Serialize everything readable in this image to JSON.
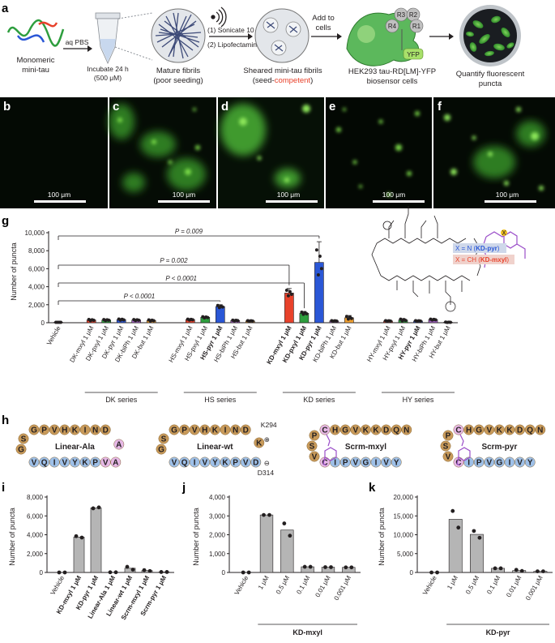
{
  "panels": {
    "a": "a",
    "b": "b",
    "c": "c",
    "d": "d",
    "e": "e",
    "f": "f",
    "g": "g",
    "h": "h",
    "i": "i",
    "j": "j",
    "k": "k"
  },
  "schematic": {
    "monomeric_line1": "Monomeric",
    "monomeric_line2": "mini-tau",
    "aq_pbs": "aq PBS",
    "incubate_line1": "Incubate 24 h",
    "incubate_line2": "(500 μM)",
    "mature_line1": "Mature fibrils",
    "mature_line2": "(poor seeding)",
    "step1": "(1) Sonicate 10 min",
    "step2": "(2) Lipofectamine",
    "sheared_line1": "Sheared mini-tau fibrils",
    "sheared_line2_a": "(seed-",
    "sheared_line2_b": "competent",
    "sheared_line2_c": ")",
    "add_line1": "Add to",
    "add_line2": "cells",
    "repeats": [
      "R1",
      "R2",
      "R3",
      "R4"
    ],
    "yfp": "YFP",
    "hek_line1": "HEK293 tau-RD[LM]-YFP",
    "hek_line2": "biosensor cells",
    "quant_line1": "Quantify fluorescent",
    "quant_line2": "puncta"
  },
  "micrographs": {
    "scale_label": "100 μm"
  },
  "chart_g": {
    "type": "bar",
    "ylabel": "Number of puncta",
    "ylim": [
      0,
      10000
    ],
    "yticks": [
      "0",
      "2,000",
      "4,000",
      "6,000",
      "8,000",
      "10,000"
    ],
    "categories": [
      "Vehicle",
      "DK-mxyl 1 μM",
      "DK-pxyl 1 μM",
      "DK-pyr 1 μM",
      "DK-biPh 1 μM",
      "DK-but 1 μM",
      "HS-mxyl 1 μM",
      "HS-pxyl 1 μM",
      "HS-pyr 1 μM",
      "HS-biPh 1 μM",
      "HS-but 1 μM",
      "KD-mxyl 1 μM",
      "KD-pxyl 1 μM",
      "KD-pyr 1 μM",
      "KD-biPh 1 μM",
      "KD-but 1 μM",
      "HY-mxyl 1 μM",
      "HY-pxyl 1 μM",
      "HY-pyr 1 μM",
      "HY-biPh 1 μM",
      "HY-but 1 μM"
    ],
    "bold_categories": [
      8,
      11,
      12,
      13,
      18
    ],
    "values": [
      50,
      300,
      300,
      350,
      300,
      250,
      350,
      600,
      1800,
      250,
      200,
      3300,
      1050,
      6700,
      200,
      550,
      200,
      300,
      200,
      350,
      50
    ],
    "errors": [
      0,
      100,
      80,
      100,
      80,
      100,
      80,
      100,
      200,
      60,
      50,
      500,
      200,
      2300,
      50,
      250,
      50,
      150,
      50,
      80,
      30
    ],
    "colors": [
      "#888888",
      "#e8422b",
      "#2e9e3e",
      "#2a57d6",
      "#a060c0",
      "#f0a030",
      "#e8422b",
      "#2e9e3e",
      "#2a57d6",
      "#a060c0",
      "#f0a030",
      "#e8422b",
      "#2e9e3e",
      "#2a57d6",
      "#a060c0",
      "#f0a030",
      "#e8422b",
      "#2e9e3e",
      "#2a57d6",
      "#a060c0",
      "#f0a030"
    ],
    "groups": [
      "DK series",
      "HS series",
      "KD series",
      "HY series"
    ],
    "comparisons": [
      "P = 0.009",
      "P = 0.002",
      "P < 0.0001",
      "P < 0.0001"
    ],
    "legend_pyr_a": "X = N (",
    "legend_pyr_b": "KD-pyr",
    "legend_mxyl_a": "X = CH (",
    "legend_mxyl_b": "KD-mxyl",
    "legend_close": ")",
    "struct_x": "X"
  },
  "peptides": [
    {
      "name": "Linear-Ala",
      "top": "GPVHKIND",
      "bottom": "VQIVYKPVA",
      "left": [
        "S",
        "G"
      ],
      "right": "A"
    },
    {
      "name": "Linear-wt",
      "top": "GPVHKIND",
      "bottom": "VQIVYKPVD",
      "left": [
        "S",
        "G"
      ],
      "right": "K",
      "k_label": "K294",
      "d_label": "D314"
    },
    {
      "name": "Scrm-mxyl",
      "top": "CHGVKKDQN",
      "bottom": "CIPVGIVY",
      "left": [
        "P",
        "S",
        "V"
      ]
    },
    {
      "name": "Scrm-pyr",
      "top": "CHGVKKDQN",
      "bottom": "CIPVGIVY",
      "left": [
        "P",
        "S",
        "V"
      ]
    }
  ],
  "chart_i": {
    "type": "bar",
    "ylabel": "Number of puncta",
    "ylim": [
      0,
      8000
    ],
    "yticks": [
      "0",
      "2,000",
      "4,000",
      "6,000",
      "8,000"
    ],
    "categories": [
      "Vehicle",
      "KD-mxyl 1 μM",
      "KD-pyr 1 μM",
      "Linear-Ala 1 μM",
      "Linear-wt 1 μM",
      "Scrm-mxyl 1 μM",
      "Scrm-pyr 1 μM"
    ],
    "bold_categories": [
      1,
      2,
      3,
      4,
      5,
      6
    ],
    "values": [
      0,
      3750,
      6850,
      20,
      450,
      200,
      50
    ],
    "points": [
      [
        0,
        0
      ],
      [
        3850,
        3700
      ],
      [
        6800,
        6900
      ],
      [
        20,
        20
      ],
      [
        600,
        300
      ],
      [
        250,
        150
      ],
      [
        50,
        50
      ]
    ]
  },
  "chart_j": {
    "type": "bar",
    "ylabel": "Number of puncta",
    "ylim": [
      0,
      4000
    ],
    "yticks": [
      "0",
      "1,000",
      "2,000",
      "3,000",
      "4,000"
    ],
    "categories": [
      "Vehicle",
      "1 μM",
      "0.5 μM",
      "0.1 μM",
      "0.01 μM",
      "0.001 μM"
    ],
    "values": [
      0,
      3050,
      2250,
      300,
      280,
      270
    ],
    "points": [
      [
        0,
        0
      ],
      [
        3050,
        3050
      ],
      [
        2600,
        1950
      ],
      [
        300,
        300
      ],
      [
        280,
        280
      ],
      [
        270,
        270
      ]
    ],
    "group": "KD-mxyl"
  },
  "chart_k": {
    "type": "bar",
    "ylabel": "Number of puncta",
    "ylim": [
      0,
      20000
    ],
    "yticks": [
      "0",
      "5,000",
      "10,000",
      "15,000",
      "20,000"
    ],
    "categories": [
      "Vehicle",
      "1 μM",
      "0.5 μM",
      "0.1 μM",
      "0.01 μM",
      "0.001 μM"
    ],
    "values": [
      0,
      14100,
      10100,
      1100,
      500,
      300
    ],
    "points": [
      [
        0,
        0
      ],
      [
        16300,
        11900
      ],
      [
        11000,
        9200
      ],
      [
        1100,
        1100
      ],
      [
        700,
        400
      ],
      [
        300,
        300
      ]
    ],
    "group": "KD-pyr"
  },
  "colors": {
    "accent_red": "#e8422b",
    "accent_green": "#2e9e3e",
    "accent_blue": "#2a57d6",
    "purple": "#9b4fc9",
    "bead_tan": "#c89a5a",
    "bead_blue": "#9ec0e8",
    "bead_pink": "#e6b8e6",
    "gray_bar": "#b5b5b5"
  }
}
